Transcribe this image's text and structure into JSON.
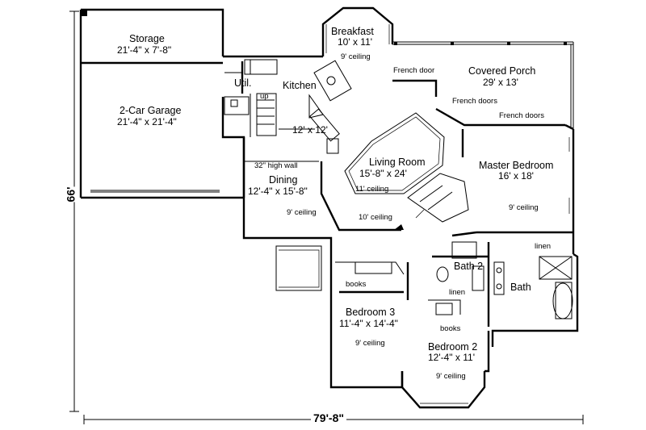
{
  "rooms": {
    "storage": {
      "name": "Storage",
      "size": "21'-4\" x 7'-8\""
    },
    "garage": {
      "name": "2-Car Garage",
      "size": "21'-4\" x 21'-4\""
    },
    "breakfast": {
      "name": "Breakfast",
      "size": "10' x 11'",
      "ceiling": "9' ceiling"
    },
    "covered_porch": {
      "name": "Covered Porch",
      "size": "29' x 13'"
    },
    "util": {
      "name": "Util."
    },
    "kitchen": {
      "name": "Kitchen",
      "size": "12' x 12'"
    },
    "living_room": {
      "name": "Living Room",
      "size": "15'-8\" x 24'",
      "ceiling": "11' ceiling",
      "ceiling2": "10' ceiling"
    },
    "dining": {
      "name": "Dining",
      "size": "12'-4\" x 15'-8\"",
      "ceiling": "9' ceiling",
      "wall_note": "32\" high wall"
    },
    "master_bedroom": {
      "name": "Master Bedroom",
      "size": "16' x 18'",
      "ceiling": "9' ceiling"
    },
    "bath2": {
      "name": "Bath 2"
    },
    "bath": {
      "name": "Bath"
    },
    "bedroom3": {
      "name": "Bedroom 3",
      "size": "11'-4\" x 14'-4\"",
      "ceiling": "9' ceiling"
    },
    "bedroom2": {
      "name": "Bedroom 2",
      "size": "12'-4\" x 11'",
      "ceiling": "9' ceiling"
    }
  },
  "notes": {
    "french_door": "French door",
    "french_doors_1": "French doors",
    "french_doors_2": "French doors",
    "up": "up",
    "linen_1": "linen",
    "linen_2": "linen",
    "books_1": "books",
    "books_2": "books"
  },
  "dimensions": {
    "width": "79'-8\"",
    "depth": "66'"
  }
}
